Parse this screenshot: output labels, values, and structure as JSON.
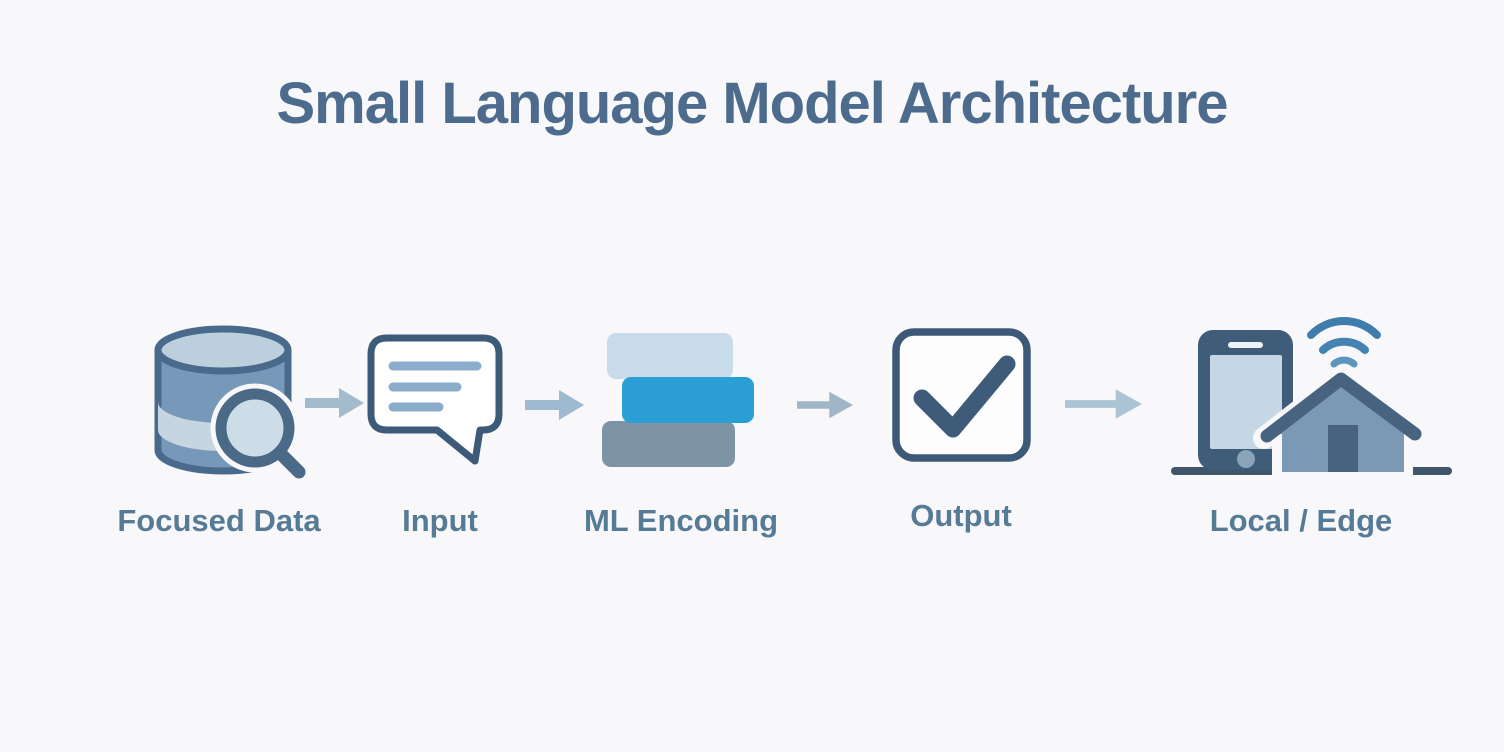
{
  "title": "Small Language Model Architecture",
  "flow": {
    "stages": [
      {
        "id": "focused-data",
        "label": "Focused Data",
        "icon": "database-search-icon"
      },
      {
        "id": "input",
        "label": "Input",
        "icon": "speech-bubble-icon"
      },
      {
        "id": "ml-encoding",
        "label": "ML Encoding",
        "icon": "ml-layers-icon"
      },
      {
        "id": "output",
        "label": "Output",
        "icon": "checkbox-check-icon"
      },
      {
        "id": "local-edge",
        "label": "Local / Edge",
        "icon": "phone-home-wifi-icon"
      }
    ],
    "connector_icon": "arrow-right-icon",
    "connector_count": 4
  },
  "colors": {
    "background": "#f8f7f9",
    "title_text": "#4c6b8d",
    "label_text": "#567b96",
    "arrow": "#a2bccd",
    "outline_dark": "#3d5b79",
    "database_body": "#7699ba",
    "database_band": "#c6d5e0",
    "layer_light": "#c8dbe9",
    "layer_blue": "#2b9ed6",
    "layer_gray": "#7d94a7",
    "phone_body": "#3f5c78",
    "phone_screen": "#c5d7e4",
    "house_body": "#7b99b5",
    "house_roof": "#47637f",
    "wifi": "#4584b2",
    "ground": "#42566b"
  }
}
